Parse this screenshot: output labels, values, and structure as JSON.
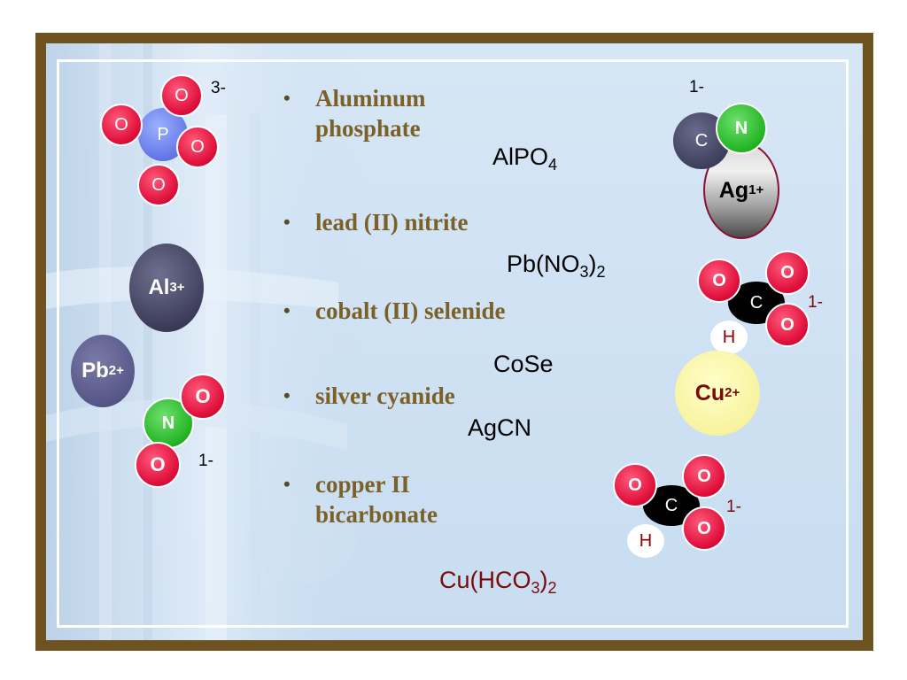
{
  "bullets": [
    {
      "line1": "Aluminum",
      "line2": "phosphate"
    },
    {
      "line1": "lead (II) nitrite"
    },
    {
      "line1": "cobalt (II) selenide"
    },
    {
      "line1": "silver cyanide"
    },
    {
      "line1": "copper II",
      "line2": "bicarbonate"
    }
  ],
  "formulas": {
    "alpo4": {
      "base": "AlPO",
      "sub": "4"
    },
    "pbno32": {
      "a": "Pb(NO",
      "s1": "3",
      "b": ")",
      "s2": "2"
    },
    "cose": {
      "text": "CoSe"
    },
    "agcn": {
      "text": "AgCN"
    },
    "cuhco32": {
      "a": "Cu(HCO",
      "s1": "3",
      "b": ")",
      "s2": "2"
    }
  },
  "phosphate": {
    "atoms": {
      "o": "O",
      "p": "P"
    },
    "charge": "3-"
  },
  "aluminum_ion": {
    "symbol": "Al",
    "charge": "3+"
  },
  "lead_ion": {
    "symbol": "Pb",
    "charge": "2+"
  },
  "nitrite": {
    "atoms": {
      "o": "O",
      "n": "N"
    },
    "charge": "1-"
  },
  "cyanide": {
    "atoms": {
      "c": "C",
      "n": "N"
    },
    "charge": "1-"
  },
  "silver_ion": {
    "symbol": "Ag",
    "charge": "1+"
  },
  "bicarbonate": {
    "atoms": {
      "o": "O",
      "c": "C",
      "h": "H"
    },
    "charge": "1-"
  },
  "copper_ion": {
    "symbol": "Cu",
    "charge": "2+"
  },
  "colors": {
    "frame": "#6e5220",
    "bullet_text": "#7b6128",
    "formula_dark_red": "#7a0a0a",
    "oxygen": "#e0103c",
    "nitrogen": "#22b422"
  }
}
